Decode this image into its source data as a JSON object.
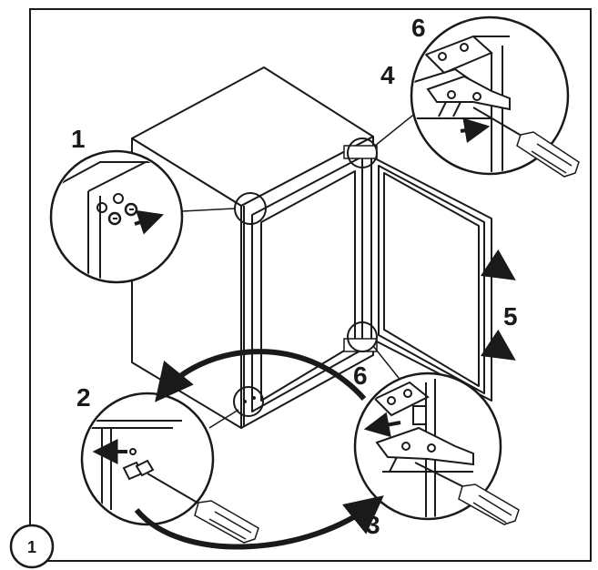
{
  "figure": {
    "number": "1"
  },
  "labels": {
    "l1": "1",
    "l2": "2",
    "l3": "3",
    "l4": "4",
    "l5": "5",
    "l6_top": "6",
    "l6_bottom": "6"
  }
}
